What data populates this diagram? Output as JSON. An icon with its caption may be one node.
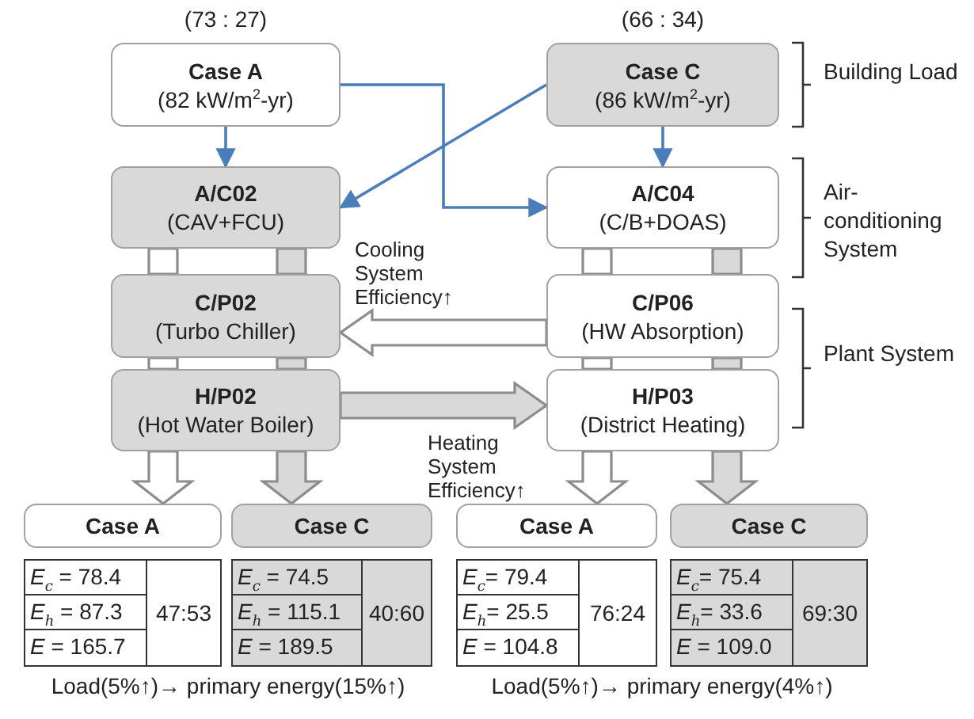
{
  "diagram": {
    "nodes": [
      {
        "text": [
          "Case A",
          "(82 kW/m$^{2}$-yr)"
        ],
        "beside": [
          "(73 : 27)"
        ]
      },
      {
        "text": [
          "Case C",
          "(86 kW/m$^{2}$-yr)"
        ],
        "beside": [
          "(66 : 34)"
        ]
      },
      {
        "text": [
          "A/C02",
          "(CAV+FCU)"
        ]
      },
      {
        "text": [
          "A/C04",
          "(C/B+DOAS)"
        ]
      },
      {
        "text": [
          "C/P02",
          "(Turbo Chiller)"
        ]
      },
      {
        "text": [
          "C/P06",
          "(HW Absorption)"
        ]
      },
      {
        "text": [
          "H/P02",
          "(Hot Water Boiler)"
        ]
      },
      {
        "text": [
          "H/P03",
          "(District Heating)"
        ]
      },
      {
        "text": [
          "Case A"
        ]
      },
      {
        "text": [
          "Case C"
        ]
      },
      {
        "text": [
          "Case A"
        ]
      },
      {
        "text": [
          "Case C"
        ]
      }
    ],
    "edges": [
      {
        "from": 0,
        "to": 2,
        "arrow": "to"
      },
      {
        "from": 0,
        "to": 3,
        "arrow": "to"
      },
      {
        "from": 1,
        "to": 2,
        "arrow": "to"
      },
      {
        "from": 1,
        "to": 3,
        "arrow": "to"
      },
      {
        "from": 2,
        "to": 4,
        "arrow": "none",
        "style": "thick",
        "color": "#ffffff"
      },
      {
        "from": 2,
        "to": 4,
        "arrow": "none",
        "style": "thick",
        "color": "#d9d9d9"
      },
      {
        "from": 4,
        "to": 6,
        "arrow": "none",
        "style": "thick",
        "color": "#ffffff"
      },
      {
        "from": 4,
        "to": 6,
        "arrow": "none",
        "style": "thick",
        "color": "#d9d9d9"
      },
      {
        "from": 3,
        "to": 5,
        "arrow": "none",
        "style": "thick",
        "color": "#ffffff"
      },
      {
        "from": 3,
        "to": 5,
        "arrow": "none",
        "style": "thick",
        "color": "#d9d9d9"
      },
      {
        "from": 5,
        "to": 7,
        "arrow": "none",
        "style": "thick",
        "color": "#ffffff"
      },
      {
        "from": 5,
        "to": 7,
        "arrow": "none",
        "style": "thick",
        "color": "#d9d9d9"
      },
      {
        "from": 5,
        "to": 4,
        "arrow": "to",
        "style": "thick",
        "color": "#ffffff"
      },
      {
        "from": 6,
        "to": 7,
        "arrow": "to",
        "style": "thick",
        "color": "#d9d9d9"
      },
      {
        "from": 6,
        "to": 8,
        "arrow": "to",
        "style": "thick",
        "color": "#ffffff"
      },
      {
        "from": 6,
        "to": 9,
        "arrow": "to",
        "style": "thick",
        "color": "#d9d9d9"
      },
      {
        "from": 7,
        "to": 10,
        "arrow": "to",
        "style": "thick",
        "color": "#ffffff"
      },
      {
        "from": 7,
        "to": 11,
        "arrow": "to",
        "style": "thick",
        "color": "#d9d9d9"
      }
    ],
    "labels": [
      "Building Load",
      "Air-conditioning System",
      "Plant System",
      "Cooling System Efficiency↑",
      "Heating System Efficiency↑",
      "*E*$_{c}$ = 78.4",
      "47:53",
      "*E*$_{h}$ = 87.3",
      "*E* = 165.7",
      "*E*$_{c}$ = 74.5",
      "40:60",
      "*E*$_{h}$ = 115.1",
      "*E* = 189.5",
      "*E*$_{c}$= 79.4",
      "76:24",
      "*E*$_{h}$= 25.5",
      "*E* = 104.8",
      "*E*$_{c}$= 75.4",
      "69:30",
      "*E*$_{h}$= 33.6",
      "*E* = 109.0",
      "Load(5%↑)→ primary energy(15%↑)",
      "Load(5%↑)→ primary energy(4%↑)"
    ]
  }
}
